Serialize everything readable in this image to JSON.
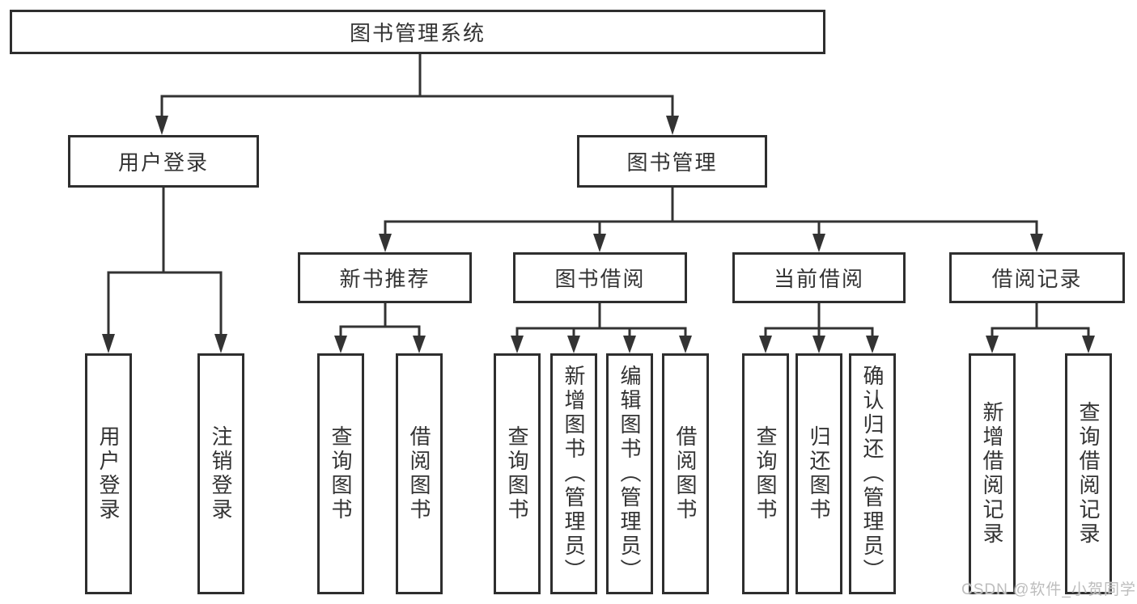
{
  "root": {
    "label": "图书管理系统"
  },
  "level2": [
    {
      "label": "用户登录"
    },
    {
      "label": "图书管理"
    }
  ],
  "level3": [
    {
      "label": "新书推荐"
    },
    {
      "label": "图书借阅"
    },
    {
      "label": "当前借阅"
    },
    {
      "label": "借阅记录"
    }
  ],
  "leaves": {
    "user_login": [
      "用户登录",
      "注销登录"
    ],
    "new_book_recommend": [
      "查询图书",
      "借阅图书"
    ],
    "book_borrow": [
      "查询图书",
      "新增图书（管理员）",
      "编辑图书（管理员）",
      "借阅图书"
    ],
    "current_borrow": [
      "查询图书",
      "归还图书",
      "确认归还（管理员）"
    ],
    "borrow_records": [
      "新增借阅记录",
      "查询借阅记录"
    ]
  },
  "watermark": {
    "text": "CSDN @软件_小贺同学"
  },
  "colors": {
    "line": "#333333",
    "box_border": "#2e2e2e",
    "text": "#333333",
    "watermark": "#bdbdbd",
    "background": "#ffffff"
  }
}
